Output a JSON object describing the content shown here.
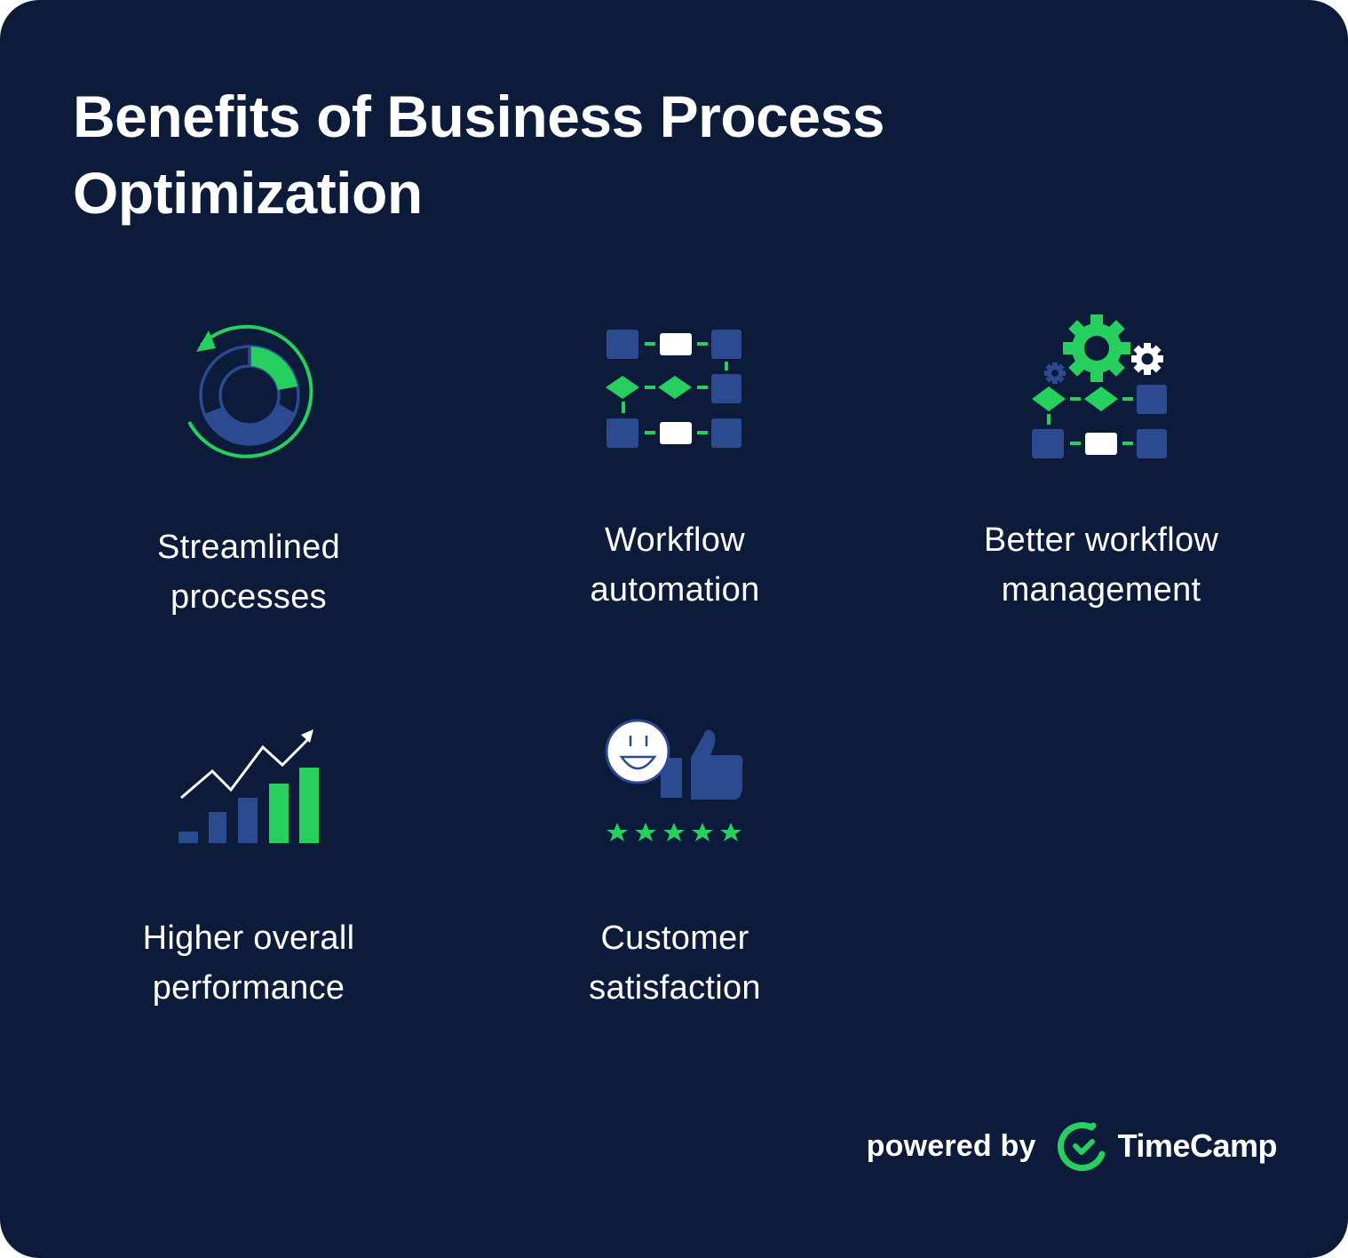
{
  "title": "Benefits of Business Process Optimization",
  "title_lines": [
    "Benefits of Business Process",
    "Optimization"
  ],
  "colors": {
    "background": "#0d1b3b",
    "green": "#26cf5e",
    "blue": "#2c4a8f",
    "white": "#ffffff"
  },
  "benefits": [
    {
      "label_lines": [
        "Streamlined",
        "processes"
      ],
      "icon": "cycle-donut-chart-icon"
    },
    {
      "label_lines": [
        "Workflow",
        "automation"
      ],
      "icon": "workflow-diagram-icon"
    },
    {
      "label_lines": [
        "Better workflow",
        "management"
      ],
      "icon": "gears-workflow-icon"
    },
    {
      "label_lines": [
        "Higher overall",
        "performance"
      ],
      "icon": "growth-bar-chart-icon"
    },
    {
      "label_lines": [
        "Customer",
        "satisfaction"
      ],
      "icon": "smiley-thumbs-up-stars-icon"
    }
  ],
  "footer": {
    "powered_by": "powered by",
    "brand": "TimeCamp",
    "logo_icon": "timecamp-check-logo-icon"
  }
}
